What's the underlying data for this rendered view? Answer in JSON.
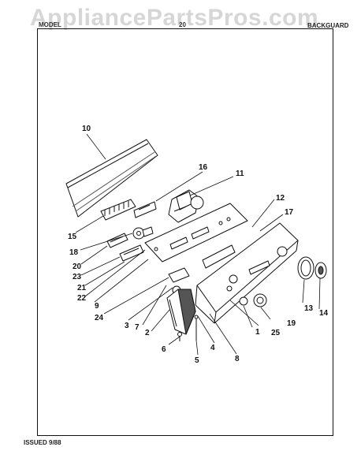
{
  "watermark": "AppliancePartsPros.com",
  "header": {
    "model_label": "MODEL",
    "section_fragment": "20",
    "section_title": "BACKGUARD"
  },
  "footer": {
    "issued": "ISSUED 9/88"
  },
  "callouts": {
    "c1": "1",
    "c2": "2",
    "c3": "3",
    "c4": "4",
    "c5": "5",
    "c6": "6",
    "c7": "7",
    "c8": "8",
    "c9": "9",
    "c10": "10",
    "c11": "11",
    "c12": "12",
    "c13": "13",
    "c14": "14",
    "c15": "15",
    "c16": "16",
    "c17": "17",
    "c18": "18",
    "c19": "19",
    "c20": "20",
    "c21": "21",
    "c22": "22",
    "c23": "23",
    "c24": "24",
    "c25": "25"
  },
  "colors": {
    "line": "#111111",
    "watermark": "#d6d6d6",
    "shade": "#555555"
  }
}
